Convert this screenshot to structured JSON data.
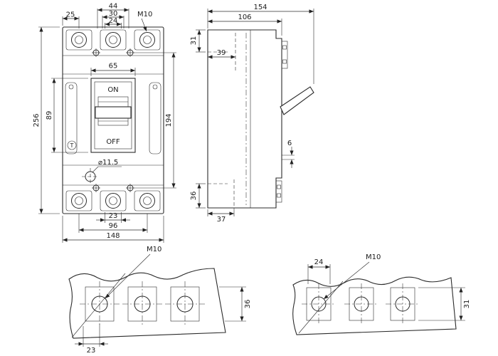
{
  "views": {
    "front": {
      "d25": "25",
      "d44": "44",
      "d30": "30",
      "d24": "24",
      "m10": "M10",
      "d65": "65",
      "on": "ON",
      "off": "OFF",
      "t": "T",
      "d256": "256",
      "d89": "89",
      "d194": "194",
      "dia": "⌀11.5",
      "d23": "23",
      "d96": "96",
      "d148": "148"
    },
    "side": {
      "d154": "154",
      "d106": "106",
      "d31": "31",
      "d39": "39",
      "d6": "6",
      "d36": "36",
      "d37": "37"
    },
    "detailA": {
      "m10": "M10",
      "d36": "36",
      "d23": "23"
    },
    "detailB": {
      "d24": "24",
      "m10": "M10",
      "d31": "31"
    }
  }
}
